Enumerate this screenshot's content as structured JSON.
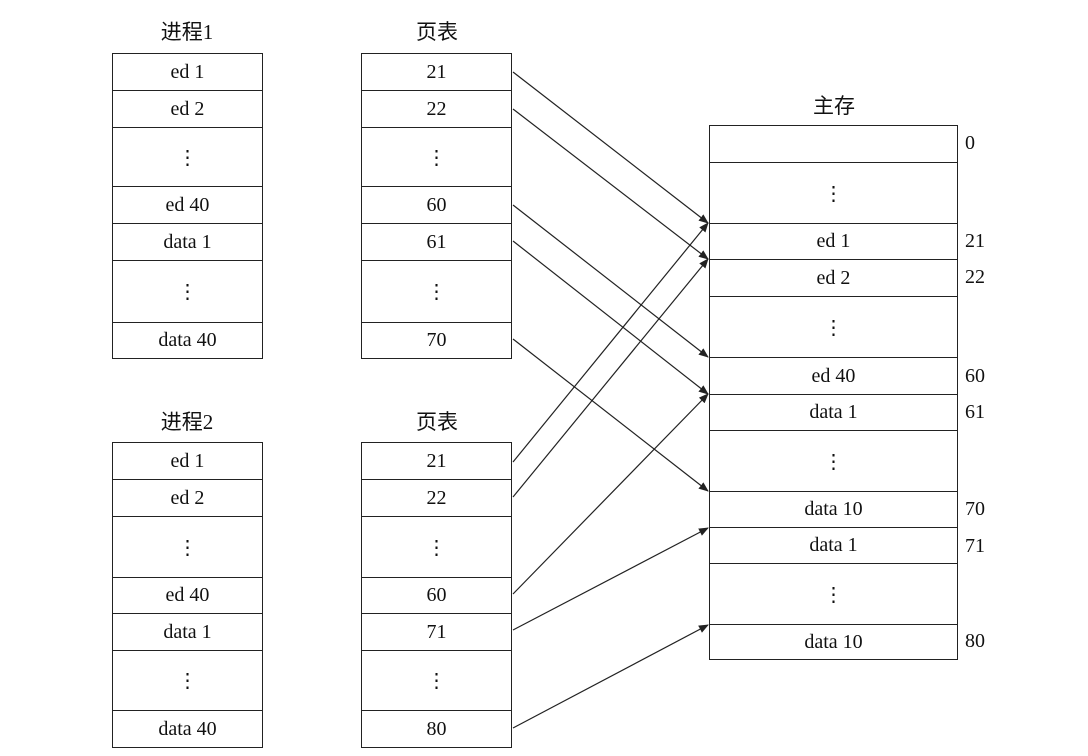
{
  "process1": {
    "title": "进程1",
    "cells": [
      "ed 1",
      "ed 2",
      "⋮",
      "ed 40",
      "data 1",
      "⋮",
      "data 40"
    ]
  },
  "pagetable1": {
    "title": "页表",
    "cells": [
      "21",
      "22",
      "⋮",
      "60",
      "61",
      "⋮",
      "70"
    ]
  },
  "process2": {
    "title": "进程2",
    "cells": [
      "ed 1",
      "ed 2",
      "⋮",
      "ed 40",
      "data 1",
      "⋮",
      "data 40"
    ]
  },
  "pagetable2": {
    "title": "页表",
    "cells": [
      "21",
      "22",
      "⋮",
      "60",
      "71",
      "⋮",
      "80"
    ]
  },
  "memory": {
    "title": "主存",
    "cells": [
      "",
      "⋮",
      "ed 1",
      "ed 2",
      "⋮",
      "ed 40",
      "data 1",
      "⋮",
      "data 10",
      "data 1",
      "⋮",
      "data 10"
    ],
    "addresses": [
      "0",
      "",
      "21",
      "22",
      "",
      "60",
      "61",
      "",
      "70",
      "71",
      "",
      "80"
    ]
  }
}
